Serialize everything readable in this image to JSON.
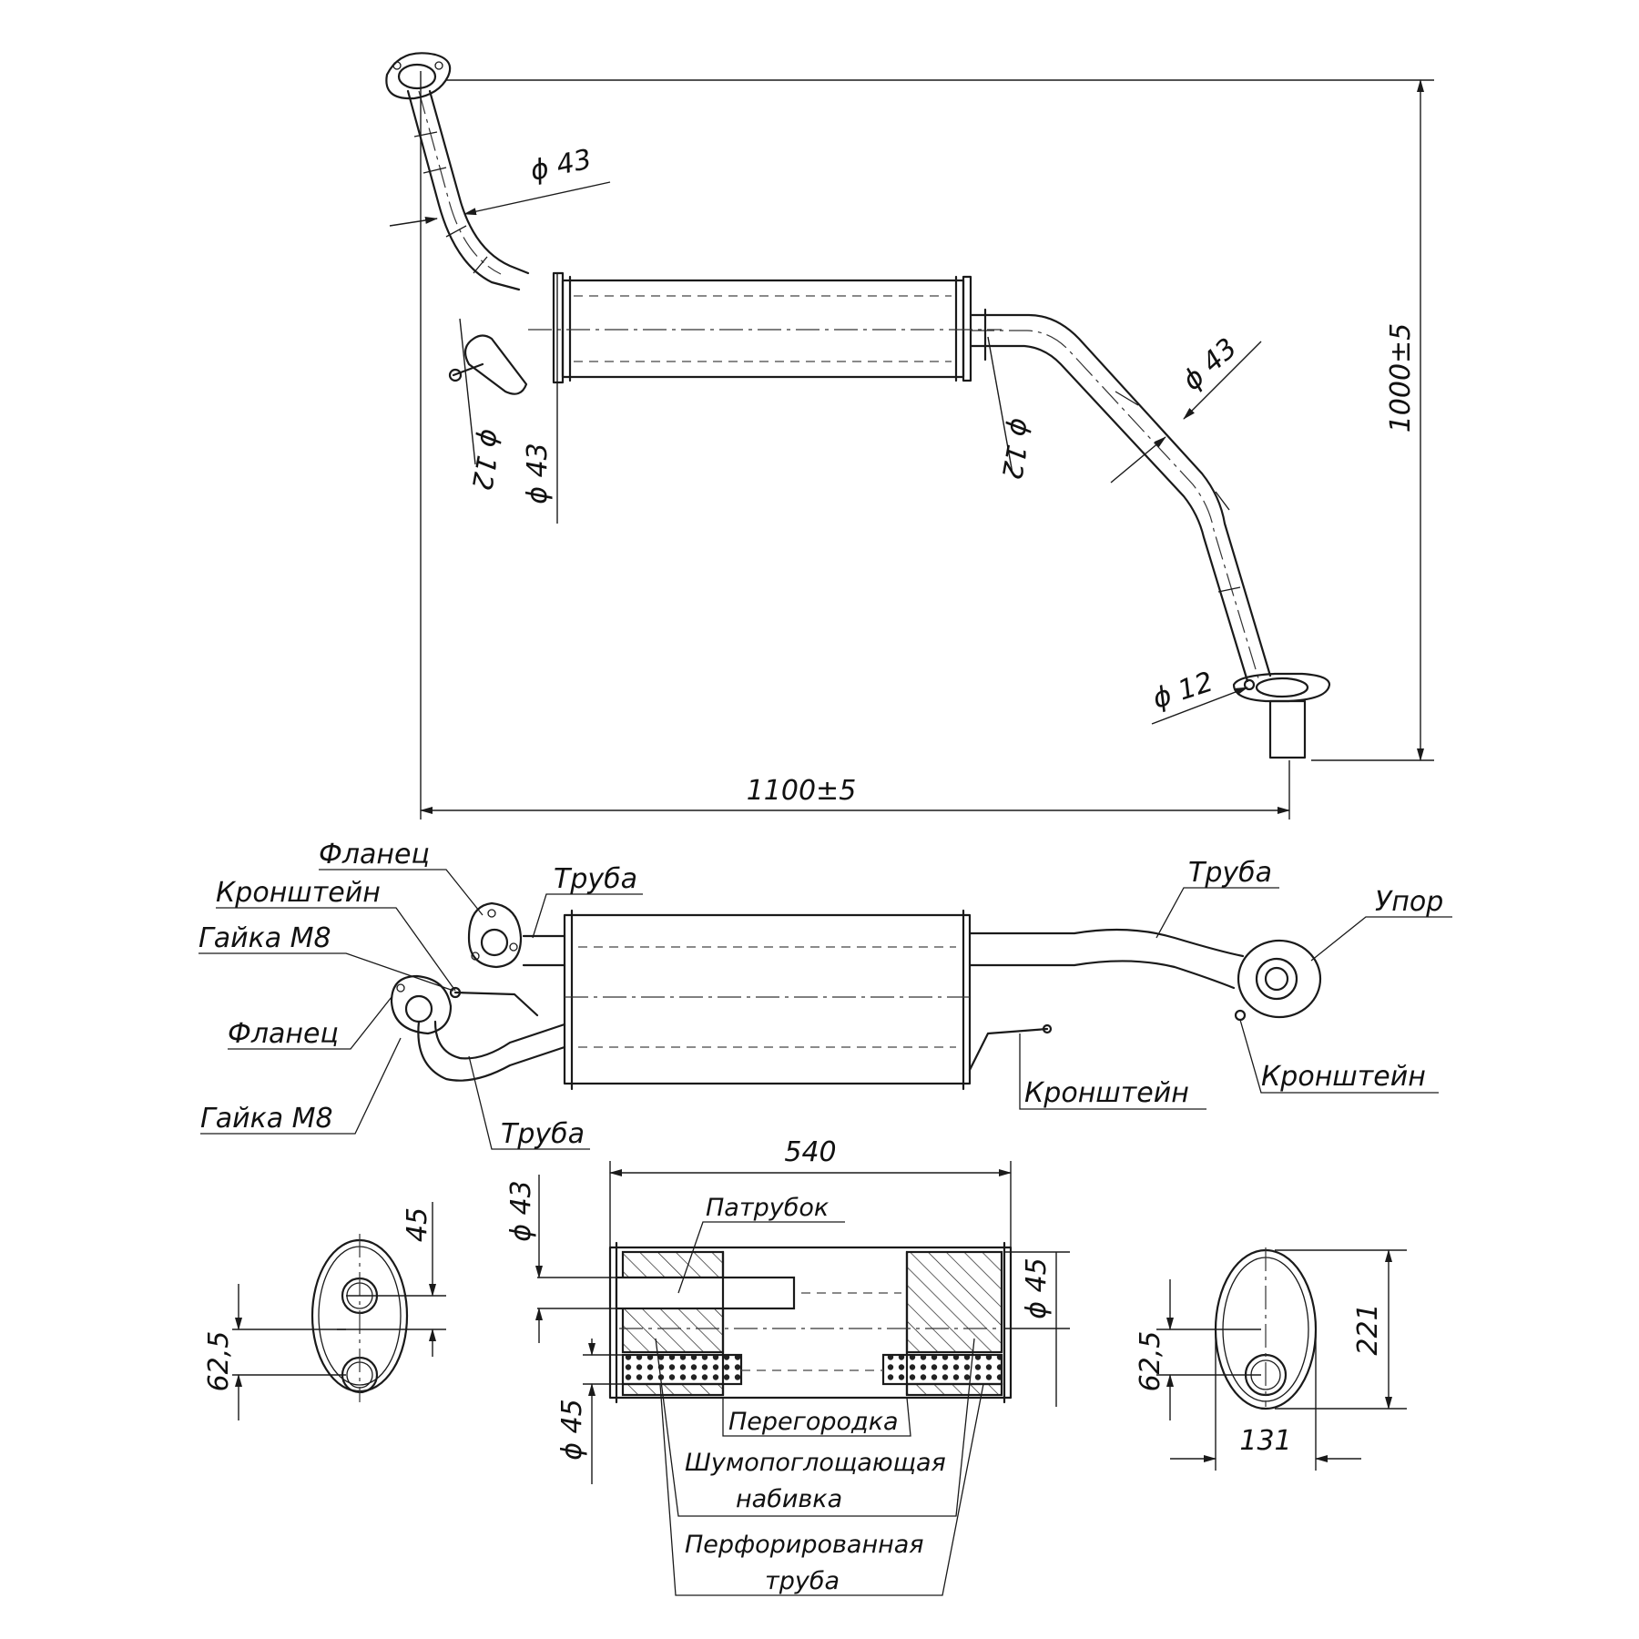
{
  "dimensions": {
    "overall_width": "1100±5",
    "overall_height": "1000±5",
    "inlet_pipe_dia": "ϕ 43",
    "outlet_pipe_dia": "ϕ 43",
    "left_flange_pin": "ϕ 12",
    "left_pipe_dia_vert": "ϕ 43",
    "right_pin": "ϕ 12",
    "tail_pin": "ϕ 12",
    "muffler_length": "540",
    "section_dia_left": "ϕ 43",
    "section_dia_right": "ϕ 45",
    "section_dia_bottom": "ϕ 45",
    "left_end_offset": "62,5",
    "left_end_spacing": "45",
    "right_end_offset": "62,5",
    "right_end_height": "221",
    "right_end_width": "131"
  },
  "labels": {
    "flange_top": "Фланец",
    "bracket_left": "Кронштейн",
    "nut_top": "Гайка М8",
    "flange_bottom": "Фланец",
    "nut_bottom": "Гайка М8",
    "pipe_top_left": "Труба",
    "pipe_bottom_left": "Труба",
    "pipe_right": "Труба",
    "stop": "Упор",
    "bracket_right": "Кронштейн",
    "bracket_middle": "Кронштейн",
    "nozzle": "Патрубок",
    "baffle": "Перегородка",
    "packing_line1": "Шумопоглощающая",
    "packing_line2": "набивка",
    "perforated_line1": "Перфорированная",
    "perforated_line2": "труба"
  }
}
